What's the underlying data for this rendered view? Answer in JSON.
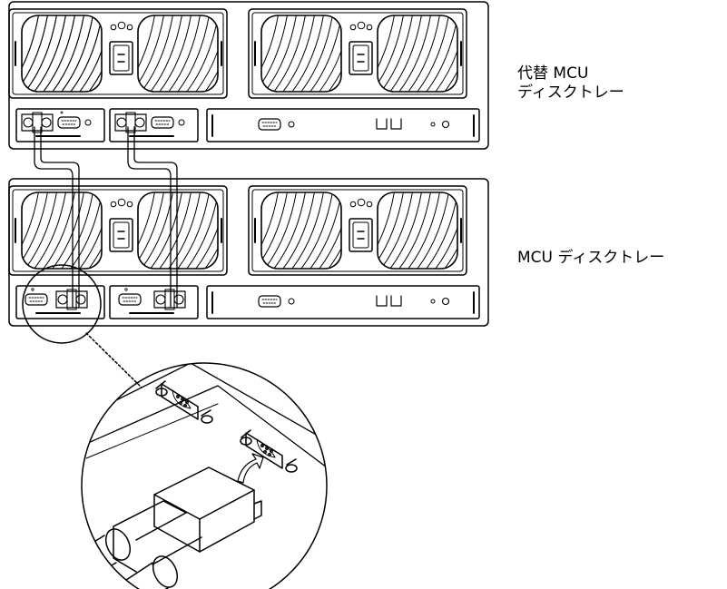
{
  "labels": {
    "upper_tray_line1": "代替 MCU",
    "upper_tray_line2": "ディスクトレー",
    "lower_tray": "MCU ディスクトレー"
  },
  "colors": {
    "stroke": "#000000",
    "background": "#ffffff"
  },
  "icons": [
    "fan-grille-icon",
    "power-inlet-icon",
    "serial-connector-icon",
    "led-icon",
    "cable-plug-icon",
    "arrow-icon"
  ]
}
